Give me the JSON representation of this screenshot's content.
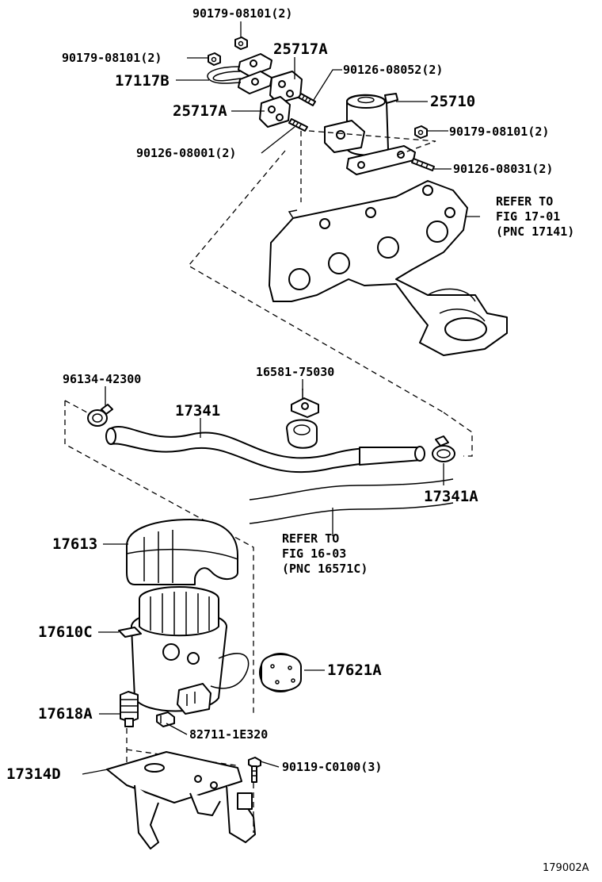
{
  "labels": {
    "nut_a": "90179-08101(2)",
    "nut_b": "90179-08101(2)",
    "nut_c": "90179-08101(2)",
    "gasket_a_top": "25717A",
    "gasket_a_bottom": "25717A",
    "pipe": "17117B",
    "stud_a": "90126-08052(2)",
    "stud_b": "90126-08001(2)",
    "stud_c": "90126-08031(2)",
    "valve": "25710",
    "clamp_left": "96134-42300",
    "hose": "17341",
    "clamp_mid": "16581-75030",
    "clamp_right": "17341A",
    "cover": "17613",
    "pump": "17610C",
    "damper": "17621A",
    "cushion": "17618A",
    "connector": "82711-1E320",
    "bracket": "17314D",
    "bolt": "90119-C0100(3)",
    "diagram_id": "179002A"
  },
  "refs": {
    "manifold": {
      "line1": "REFER TO",
      "line2": "FIG 17-01",
      "line3": "(PNC 17141)"
    },
    "hose": {
      "line1": "REFER TO",
      "line2": "FIG 16-03",
      "line3": "(PNC 16571C)"
    }
  }
}
